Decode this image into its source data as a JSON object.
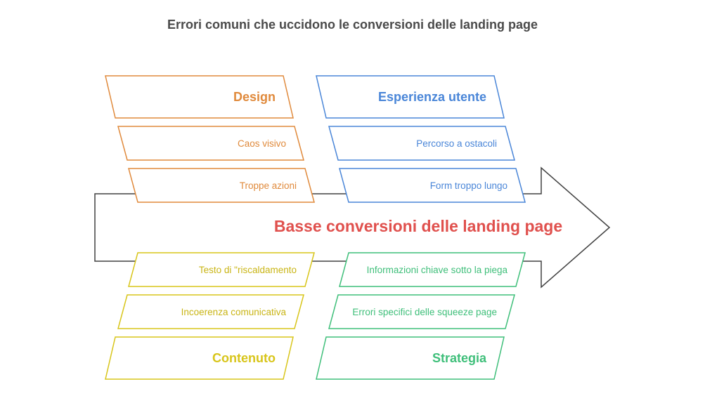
{
  "title": "Errori comuni che uccidono le conversioni delle landing page",
  "main_label": "Basse conversioni delle landing page",
  "colors": {
    "design": "#e08a3c",
    "esperienza": "#4a86d8",
    "contenuto": "#d8c51a",
    "strategia": "#3fbf7a",
    "main": "#e0504d",
    "spine": "#404040"
  },
  "categories": {
    "design": {
      "label": "Design",
      "items": [
        "Caos visivo",
        "Troppe azioni"
      ]
    },
    "esperienza": {
      "label": "Esperienza utente",
      "items": [
        "Percorso a ostacoli",
        "Form troppo lungo"
      ]
    },
    "contenuto": {
      "label": "Contenuto",
      "items": [
        "Testo di \"riscaldamento",
        "Incoerenza comunicativa"
      ]
    },
    "strategia": {
      "label": "Strategia",
      "items": [
        "Informazioni chiave sotto la piega",
        "Errori specifici delle squeeze page"
      ]
    }
  }
}
